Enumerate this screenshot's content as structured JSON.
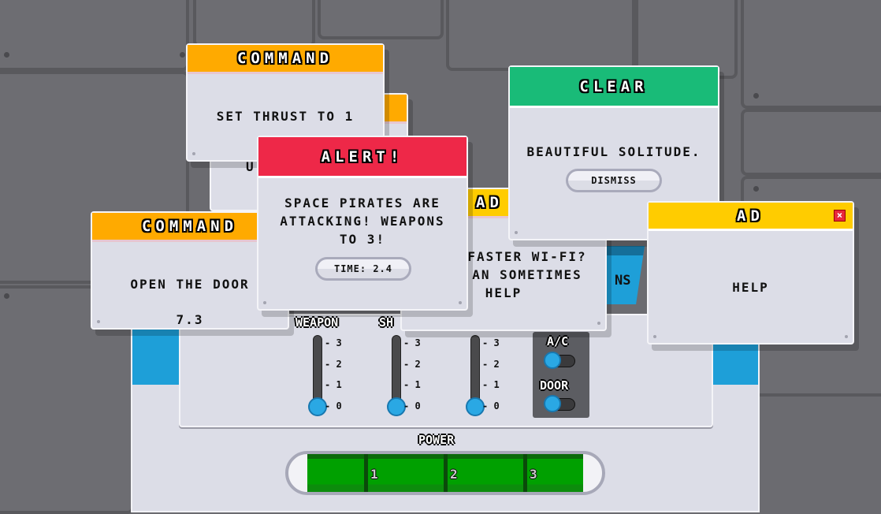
{
  "windows": {
    "command_back": {
      "title": "",
      "fragment": "U"
    },
    "command_thrust": {
      "title": "COMMAND",
      "message": "SET THRUST TO 1"
    },
    "command_door": {
      "title": "COMMAND",
      "message": "OPEN THE DOOR",
      "timer": "7.3"
    },
    "alert": {
      "title": "ALERT!",
      "lines": [
        "SPACE PIRATES ARE",
        "ATTACKING! WEAPONS",
        "TO 3!"
      ],
      "button": "TIME: 2.4"
    },
    "ad_back": {
      "title": "AD",
      "lines": [
        "FASTER WI-FI?",
        "AN SOMETIMES",
        "HELP"
      ]
    },
    "clear": {
      "title": "CLEAR",
      "message": "BEAUTIFUL SOLITUDE.",
      "button": "DISMISS"
    },
    "ad_front": {
      "title": "AD",
      "message": "HELP"
    }
  },
  "colors": {
    "command": "#ffaa00",
    "alert": "#ee2848",
    "clear": "#19bb78",
    "ad": "#ffcc00",
    "panel_blue": "#1e9fd8",
    "power_green": "#00a000"
  },
  "console": {
    "tab_fragment": "NS",
    "sliders": [
      {
        "label": "WEAPON",
        "value": 0
      },
      {
        "label": "SH",
        "value": 0
      },
      {
        "label": "",
        "value": 0
      }
    ],
    "ticks": [
      "3",
      "2",
      "1",
      "0"
    ],
    "toggles": [
      {
        "label": "A/C",
        "on": false
      },
      {
        "label": "DOOR",
        "on": false
      }
    ],
    "power": {
      "label": "POWER",
      "marks": [
        "1",
        "2",
        "3"
      ]
    }
  }
}
